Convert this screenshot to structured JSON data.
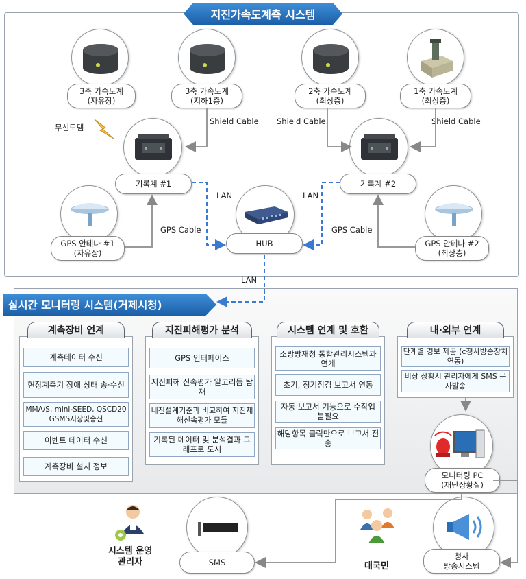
{
  "title": "지진가속도계측 시스템",
  "devices": {
    "acc_free": [
      "3축 가속도계",
      "(자유장)"
    ],
    "acc_b1": [
      "3축 가속도계",
      "(지하1층)"
    ],
    "acc_2axis": [
      "2축 가속도계",
      "(최상층)"
    ],
    "acc_1axis": [
      "1축 가속도계",
      "(최상층)"
    ],
    "recorder1": "기록계 #1",
    "recorder2": "기록계 #2",
    "hub": "HUB",
    "gps1": [
      "GPS 안테나 #1",
      "(자유장)"
    ],
    "gps2": [
      "GPS 안테나 #2",
      "(최상층)"
    ]
  },
  "connections": {
    "shield_cable": "Shield Cable",
    "lan": "LAN",
    "gps_cable": "GPS Cable",
    "wireless_modem": "무선모뎀"
  },
  "monitoring": {
    "title": "실시간 모니터링 시스템(거제시청)",
    "panels": [
      {
        "title": "계측장비 연계",
        "items": [
          "계측데이터 수신",
          "현장계측기 장애 상태 송·수신",
          "MMA/S, mini-SEED, QSCD20 GSMS저장및송신",
          "이벤트 데이터 수신",
          "계측장비 설치 정보"
        ]
      },
      {
        "title": "지진피해평가 분석",
        "items": [
          "GPS 인터페이스",
          "지진피해 신속평가 알고리듬 탑재",
          "내진설계기준과 비교하여 지진재해신속평가 모듈",
          "기록된 데이터 및 분석결과 그래프로 도시"
        ]
      },
      {
        "title": "시스템 연계 및 호환",
        "items": [
          "소방방재청 통합관리시스템과 연계",
          "초기, 정기점검 보고서 연동",
          "자동 보고서 기능으로 수작업 불필요",
          "해당항목 클릭만으로 보고서 전송"
        ]
      },
      {
        "title": "내·외부 연계",
        "items": [
          "단계별 경보 제공 (c청사방송장치 연동)",
          "비상 상황시 관리자에게 SMS 문자발송"
        ]
      }
    ]
  },
  "outputs": {
    "monitor_pc": [
      "모니터링 PC",
      "(재난상황실)"
    ],
    "sms": "SMS",
    "broadcast": [
      "청사",
      "방송시스템"
    ],
    "admin": [
      "시스템 운영",
      "관리자"
    ],
    "public": "대국민"
  }
}
